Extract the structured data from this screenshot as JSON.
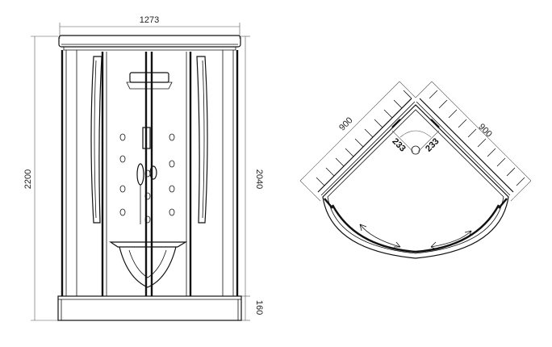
{
  "front_view": {
    "width_label": "1273",
    "total_height_label": "2200",
    "cabin_height_label": "2040",
    "tray_height_label": "160"
  },
  "top_view": {
    "left_side_label": "900",
    "right_side_label": "900",
    "corner_offset_left_label": "233",
    "corner_offset_right_label": "233"
  }
}
